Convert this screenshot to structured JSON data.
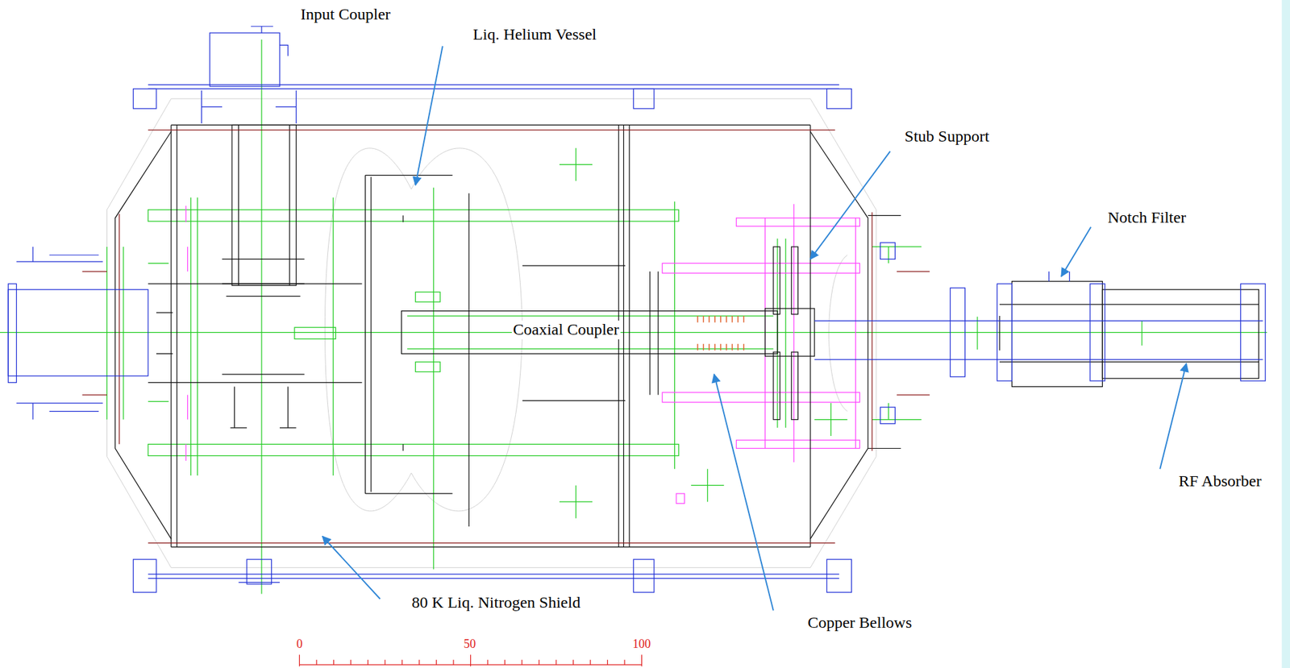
{
  "diagram": {
    "labels": [
      "Input Coupler",
      "Liq. Helium Vessel",
      "Stub Support",
      "Notch Filter",
      "Coaxial Coupler",
      "RF Absorber",
      "80 K Liq. Nitrogen Shield",
      "Copper Bellows",
      "0",
      "50",
      "100"
    ]
  }
}
